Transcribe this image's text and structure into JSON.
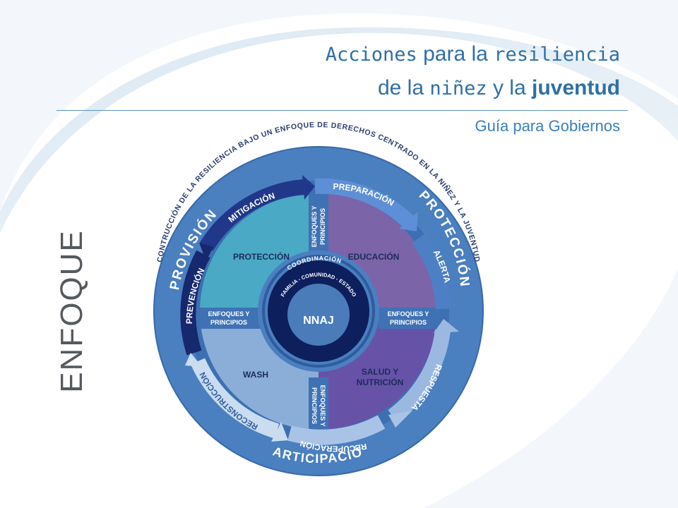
{
  "header": {
    "title_line1_a": "Acciones",
    "title_line1_b": " para la ",
    "title_line1_c": "resiliencia",
    "title_line2_a": "de la ",
    "title_line2_b": "niñez",
    "title_line2_c": " y la ",
    "title_line2_d": "juventud",
    "subtitle": "Guía para Gobiernos"
  },
  "side_label": "ENFOQUE",
  "wheel": {
    "outer_ring_text": "CONTRUCCIÓN DE LA RESILIENCIA BAJO UN ENFOQUE DE DERECHOS CENTRADO EN LA NIÑEZ Y LA JUVENTUD",
    "pillars": {
      "provision": "PROVISIÓN",
      "proteccion": "PROTECCIÓN",
      "participacion": "PARTICIPACIÓN"
    },
    "phases": {
      "mitigacion": "MITIGACIÓN",
      "preparacion": "PREPARACIÓN",
      "alerta": "ALERTA",
      "respuesta": "RESPUESTA",
      "recuperacion": "RECUPERACIÓN",
      "reconstruccion": "RECONSTRUCCIÓN",
      "prevencion": "PREVENCIÓN"
    },
    "sectors": {
      "proteccion": "PROTECCIÓN",
      "educacion": "EDUCACIÓN",
      "salud_1": "SALUD Y",
      "salud_2": "NUTRICIÓN",
      "wash": "WASH"
    },
    "approach_1": "ENFOQUES Y",
    "approach_2": "PRINCIPIOS",
    "coordination": "COORDINACIÓN",
    "family_ring": "FAMILIA - COMUNIDAD - ESTADO",
    "center": "NNAJ"
  },
  "colors": {
    "title_blue": "#2f6fa6",
    "outer_ring": "#4a7fc0",
    "proteccion_sector": "#4aa9c4",
    "educacion_sector": "#7b64a8",
    "salud_sector": "#6653a8",
    "wash_sector": "#8aaed8",
    "center_dark": "#0d1f5c",
    "center_core": "#4a7cba"
  }
}
